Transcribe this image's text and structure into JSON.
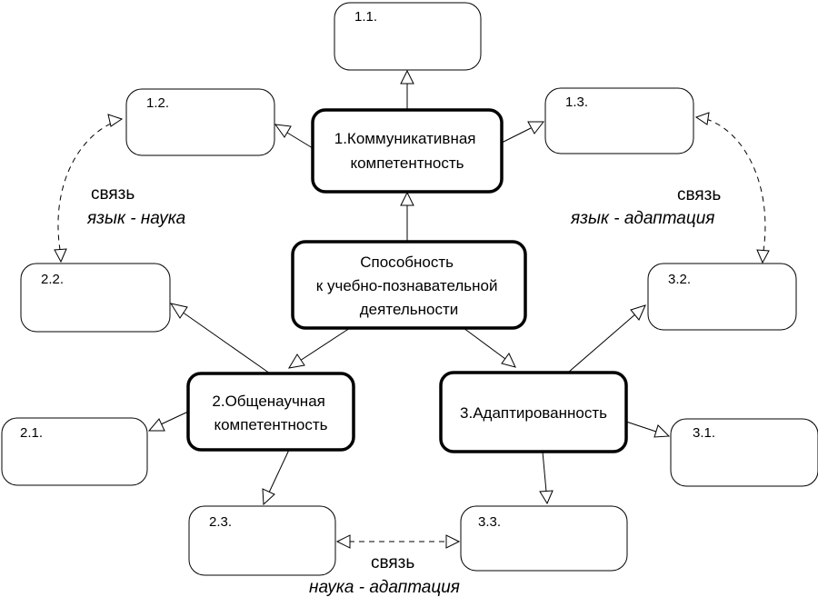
{
  "nodes": {
    "center": {
      "lines": [
        "Способность",
        "к учебно-познавательной",
        "деятельности"
      ]
    },
    "n1": {
      "lines": [
        "1.Коммуникативная",
        "компетентность"
      ]
    },
    "n2": {
      "lines": [
        "2.Общенаучная",
        "компетентность"
      ]
    },
    "n3": {
      "lines": [
        "3.Адаптированность"
      ]
    },
    "n1_1": "1.1.",
    "n1_2": "1.2.",
    "n1_3": "1.3.",
    "n2_1": "2.1.",
    "n2_2": "2.2.",
    "n2_3": "2.3.",
    "n3_1": "3.1.",
    "n3_2": "3.2.",
    "n3_3": "3.3."
  },
  "relations": {
    "lang_science": {
      "word": "связь",
      "text": "язык - наука"
    },
    "lang_adapt": {
      "word": "связь",
      "text": "язык - адаптация"
    },
    "science_adapt": {
      "word": "связь",
      "text": "наука - адаптация"
    }
  }
}
